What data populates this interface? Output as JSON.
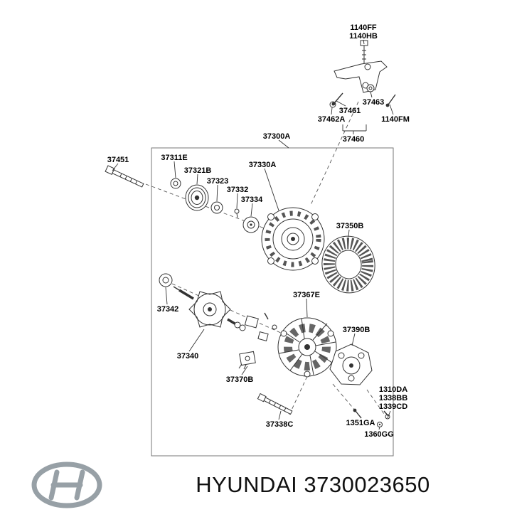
{
  "diagram": {
    "labels": [
      {
        "part": "1140FF"
      },
      {
        "part": "1140HB"
      },
      {
        "part": "37461"
      },
      {
        "part": "37463"
      },
      {
        "part": "37462A"
      },
      {
        "part": "1140FM"
      },
      {
        "part": "37460"
      },
      {
        "part": "37300A"
      },
      {
        "part": "37451"
      },
      {
        "part": "37311E"
      },
      {
        "part": "37321B"
      },
      {
        "part": "37323"
      },
      {
        "part": "37330A"
      },
      {
        "part": "37332"
      },
      {
        "part": "37334"
      },
      {
        "part": "37350B"
      },
      {
        "part": "37342"
      },
      {
        "part": "37367E"
      },
      {
        "part": "37390B"
      },
      {
        "part": "37340"
      },
      {
        "part": "37370B"
      },
      {
        "part": "1310DA"
      },
      {
        "part": "1338BB"
      },
      {
        "part": "1339CD"
      },
      {
        "part": "37338C"
      },
      {
        "part": "1351GA"
      },
      {
        "part": "1360GG"
      }
    ]
  },
  "footer": {
    "brand": "HYUNDAI",
    "part_number": "3730023650"
  },
  "icons": {
    "logo": "hyundai-logo"
  },
  "colors": {
    "label_text": "#000000",
    "diagram_line": "#333333",
    "logo_gray": "#97a0a6"
  }
}
